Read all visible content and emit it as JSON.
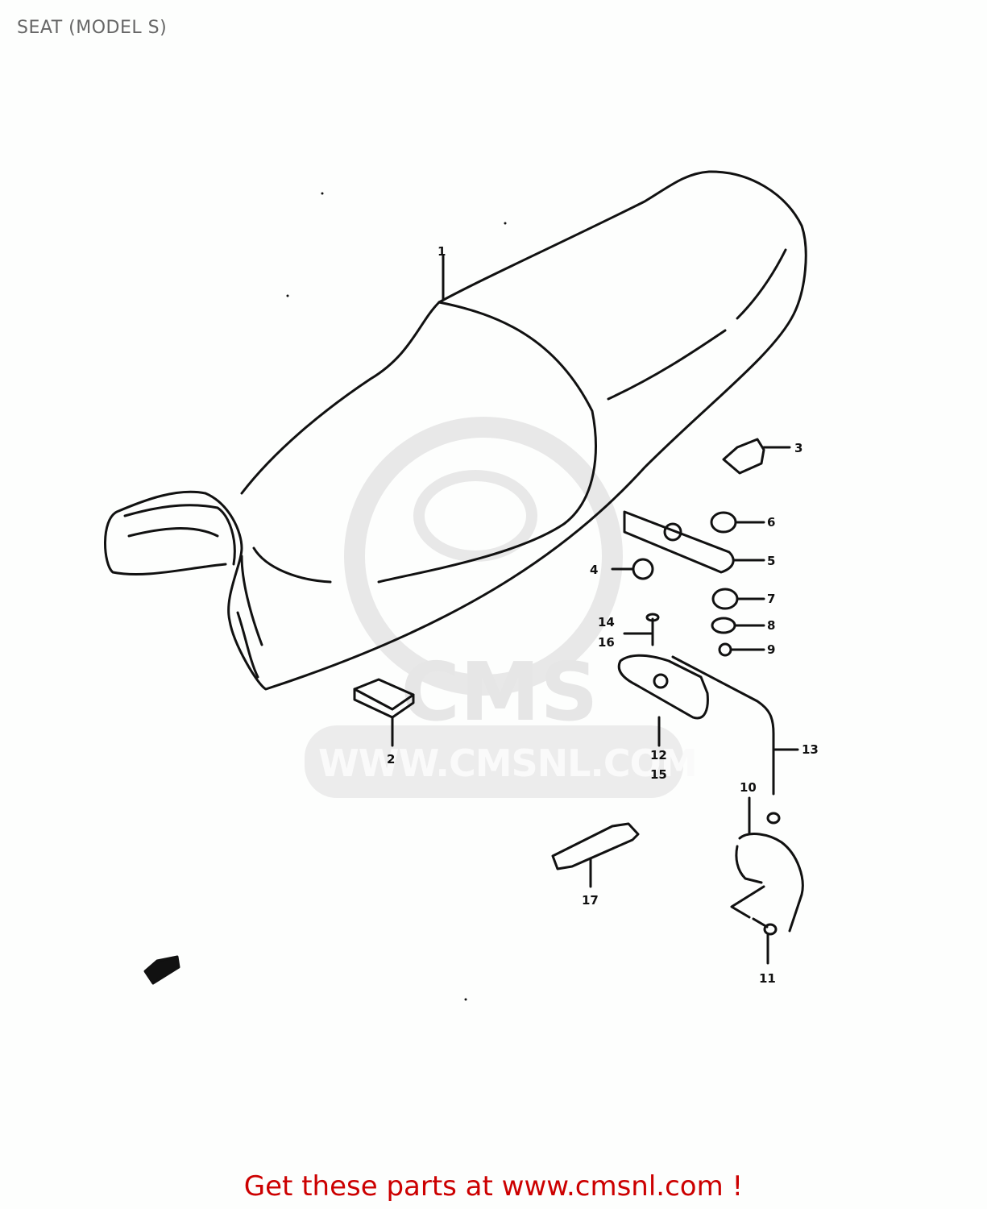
{
  "page": {
    "title": "SEAT (MODEL S)",
    "footer": {
      "prefix": "Get these parts at",
      "link": "www.cmsnl.com",
      "suffix": "!"
    },
    "colors": {
      "title": "#666666",
      "footer": "#cc0000",
      "lines": "#111111",
      "watermark": "#e6e6e6",
      "background": "#fdfefd"
    }
  },
  "watermark": {
    "logo_text": "CMS",
    "url_text": "WWW.CMSNL.COM"
  },
  "diagram": {
    "subject": "Motorcycle seat exploded parts view",
    "callouts": [
      {
        "id": "1",
        "label": "1"
      },
      {
        "id": "2",
        "label": "2"
      },
      {
        "id": "3",
        "label": "3"
      },
      {
        "id": "4",
        "label": "4"
      },
      {
        "id": "5",
        "label": "5"
      },
      {
        "id": "6",
        "label": "6"
      },
      {
        "id": "7",
        "label": "7"
      },
      {
        "id": "8",
        "label": "8"
      },
      {
        "id": "9",
        "label": "9"
      },
      {
        "id": "10",
        "label": "10"
      },
      {
        "id": "11",
        "label": "11"
      },
      {
        "id": "12",
        "label": "12\n15"
      },
      {
        "id": "13",
        "label": "13"
      },
      {
        "id": "14",
        "label": "14\n16"
      },
      {
        "id": "17",
        "label": "17"
      }
    ],
    "labels": {
      "c1": "1",
      "c2": "2",
      "c3": "3",
      "c4": "4",
      "c5": "5",
      "c6": "6",
      "c7": "7",
      "c8": "8",
      "c9": "9",
      "c10": "10",
      "c11": "11",
      "c12a": "12",
      "c12b": "15",
      "c13": "13",
      "c14a": "14",
      "c14b": "16",
      "c17": "17"
    }
  }
}
